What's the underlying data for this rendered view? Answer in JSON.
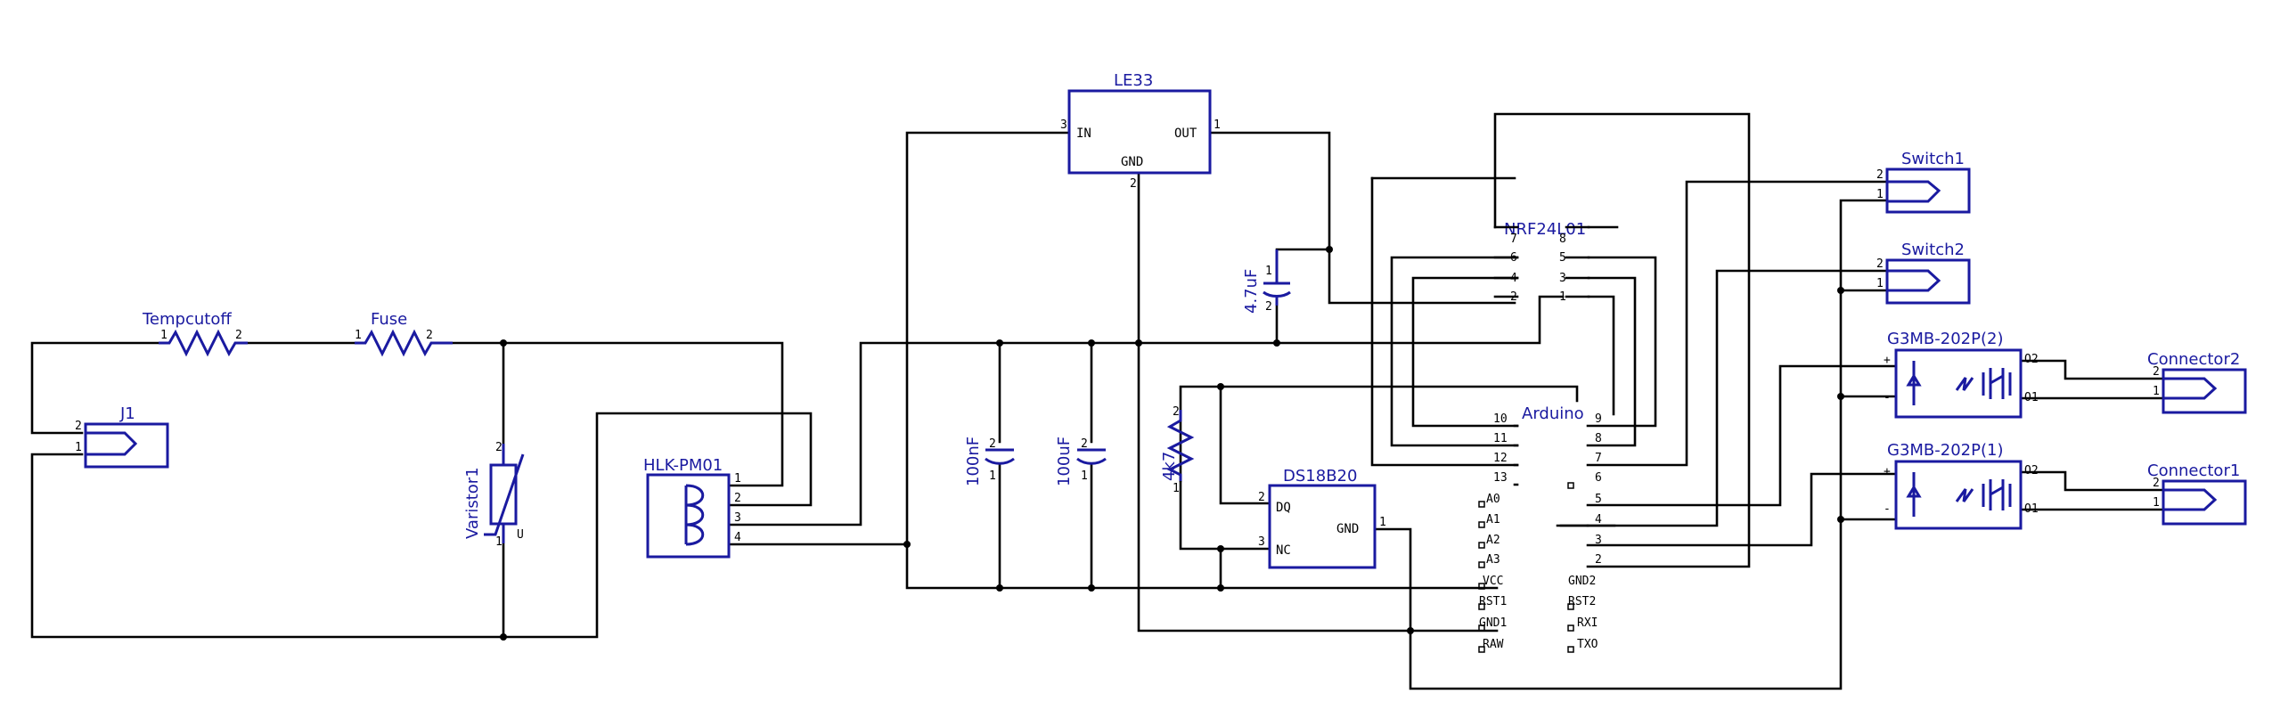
{
  "components": {
    "j1": {
      "name": "J1",
      "pins": [
        "2",
        "1"
      ]
    },
    "tempcutoff": {
      "name": "Tempcutoff",
      "pins": [
        "1",
        "2"
      ]
    },
    "fuse": {
      "name": "Fuse",
      "pins": [
        "1",
        "2"
      ]
    },
    "varistor": {
      "name": "Varistor1",
      "pins": [
        "2",
        "1"
      ],
      "marker": "U"
    },
    "hlk": {
      "name": "HLK-PM01",
      "pins": [
        "1",
        "2",
        "3",
        "4"
      ]
    },
    "le33": {
      "name": "LE33",
      "in": "IN",
      "out": "OUT",
      "gnd": "GND",
      "pins": [
        "3",
        "1",
        "2"
      ]
    },
    "c100a": {
      "name": "100nF",
      "pins": [
        "2",
        "1"
      ]
    },
    "c100b": {
      "name": "100uF",
      "pins": [
        "2",
        "1"
      ]
    },
    "c47": {
      "name": "4.7uF",
      "pins": [
        "1",
        "2"
      ]
    },
    "r4k7": {
      "name": "4k7",
      "pins": [
        "2",
        "1"
      ]
    },
    "ds18b20": {
      "name": "DS18B20",
      "dq": "DQ",
      "nc": "NC",
      "gnd": "GND",
      "pins": [
        "2",
        "3",
        "1"
      ]
    },
    "nrf": {
      "name": "NRF24L01",
      "pins": [
        "7",
        "8",
        "6",
        "5",
        "4",
        "3",
        "2",
        "1"
      ]
    },
    "arduino": {
      "name": "Arduino",
      "left_pins": [
        "10",
        "11",
        "12",
        "13",
        "A0",
        "A1",
        "A2",
        "A3",
        "VCC",
        "RST1",
        "GND1",
        "RAW"
      ],
      "right_pins": [
        "9",
        "8",
        "7",
        "6",
        "5",
        "4",
        "3",
        "2",
        "GND2",
        "RST2",
        "RXI",
        "TXO"
      ]
    },
    "switch1": {
      "name": "Switch1",
      "pins": [
        "2",
        "1"
      ]
    },
    "switch2": {
      "name": "Switch2",
      "pins": [
        "2",
        "1"
      ]
    },
    "g3mb2": {
      "name": "G3MB-202P(2)",
      "plus": "+",
      "minus": "-",
      "o2": "O2",
      "o1": "O1"
    },
    "g3mb1": {
      "name": "G3MB-202P(1)",
      "plus": "+",
      "minus": "-",
      "o2": "O2",
      "o1": "O1"
    },
    "conn2": {
      "name": "Connector2",
      "pins": [
        "2",
        "1"
      ]
    },
    "conn1": {
      "name": "Connector1",
      "pins": [
        "2",
        "1"
      ]
    }
  },
  "colors": {
    "symbol": "#1a1aa0",
    "wire": "#000000",
    "background": "#ffffff"
  }
}
